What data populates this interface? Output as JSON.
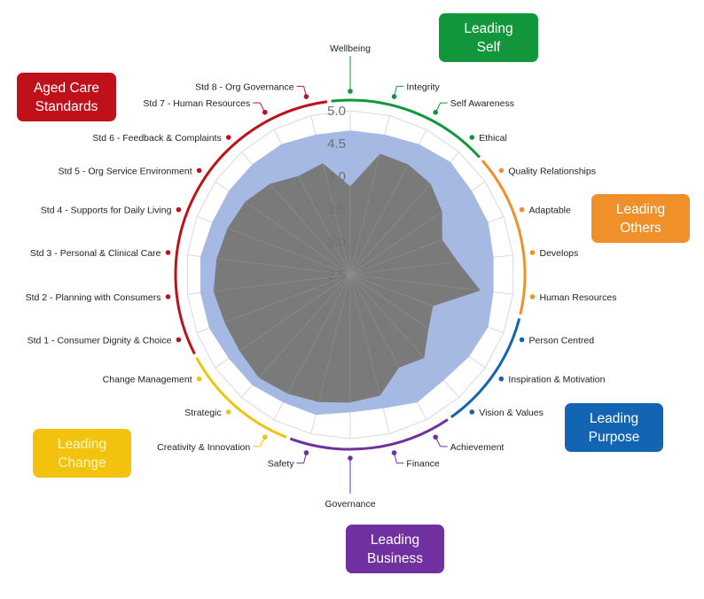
{
  "chart_data": {
    "type": "radar",
    "rmin": 2.5,
    "rmax": 5.0,
    "ticks": [
      {
        "value": 2.5,
        "label": "2.5"
      },
      {
        "value": 3.0,
        "label": "3.0"
      },
      {
        "value": 3.5,
        "label": "3.5"
      },
      {
        "value": 4.0,
        "label": "4.0"
      },
      {
        "value": 4.5,
        "label": "4.5"
      },
      {
        "value": 5.0,
        "label": "5.0"
      }
    ],
    "axes": [
      "Wellbeing",
      "Integrity",
      "Self Awareness",
      "Ethical",
      "Quality Relationships",
      "Adaptable",
      "Develops",
      "Human Resources",
      "Person Centred",
      "Inspiration & Motivation",
      "Vision & Values",
      "Achievement",
      "Finance",
      "Governance",
      "Safety",
      "Creativity & Innovation",
      "Strategic",
      "Change Management",
      "Std 1 - Consumer Dignity & Choice",
      "Std 2 - Planning with Consumers",
      "Std 3 - Personal & Clinical Care",
      "Std 4 - Supports for Daily Living",
      "Std 5 - Org Service Environment",
      "Std 6 - Feedback & Complaints",
      "Std 7 - Human Resources",
      "Std 8 - Org Governance"
    ],
    "series": [
      {
        "color": "#a6b9e3",
        "values": [
          4.7,
          4.7,
          4.75,
          4.8,
          4.75,
          4.75,
          4.7,
          4.7,
          4.75,
          4.7,
          4.65,
          4.7,
          4.6,
          4.6,
          4.7,
          4.7,
          4.75,
          4.75,
          4.8,
          4.8,
          4.8,
          4.75,
          4.75,
          4.75,
          4.75,
          4.7
        ]
      },
      {
        "color": "#7a7a7a",
        "values": [
          3.85,
          4.4,
          4.4,
          4.35,
          4.2,
          4.0,
          4.15,
          4.5,
          3.85,
          3.95,
          4.2,
          4.1,
          4.4,
          4.45,
          4.5,
          4.55,
          4.6,
          4.55,
          4.55,
          4.6,
          4.55,
          4.5,
          4.45,
          4.35,
          4.2,
          4.25
        ]
      }
    ],
    "groups": [
      {
        "name": "Leading Self",
        "color": "#12963c",
        "start": 0,
        "end": 3
      },
      {
        "name": "Leading Others",
        "color": "#f0902a",
        "start": 4,
        "end": 7
      },
      {
        "name": "Leading Purpose",
        "color": "#1464b4",
        "start": 8,
        "end": 10
      },
      {
        "name": "Leading Business",
        "color": "#7030a0",
        "start": 11,
        "end": 14
      },
      {
        "name": "Leading Change",
        "color": "#f2c20e",
        "start": 15,
        "end": 17
      },
      {
        "name": "Aged Care Standards",
        "color": "#c0111b",
        "start": 18,
        "end": 25
      }
    ]
  },
  "badges": {
    "self": {
      "line1": "Leading",
      "line2": "Self",
      "color": "#12963c"
    },
    "others": {
      "line1": "Leading",
      "line2": "Others",
      "color": "#f0902a"
    },
    "purpose": {
      "line1": "Leading",
      "line2": "Purpose",
      "color": "#1464b4"
    },
    "business": {
      "line1": "Leading",
      "line2": "Business",
      "color": "#7030a0"
    },
    "change": {
      "line1": "Leading",
      "line2": "Change",
      "color": "#f2c20e",
      "text_color": "#fff8c0"
    },
    "aged_care": {
      "line1": "Aged Care",
      "line2": "Standards",
      "color": "#c0111b"
    }
  }
}
